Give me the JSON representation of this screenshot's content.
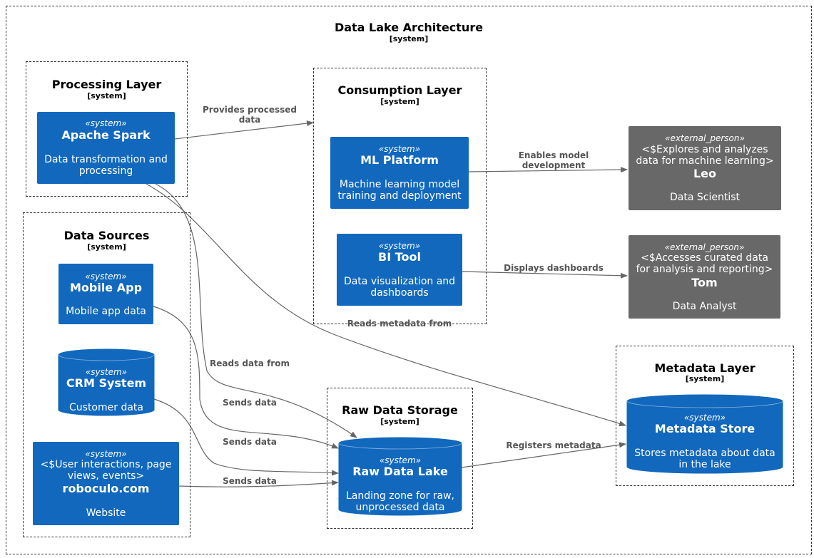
{
  "diagram": {
    "title": "Data Lake Architecture",
    "stereotype": "[system]"
  },
  "boundaries": {
    "processing": {
      "title": "Processing Layer",
      "stereotype": "[system]"
    },
    "consumption": {
      "title": "Consumption Layer",
      "stereotype": "[system]"
    },
    "sources": {
      "title": "Data Sources",
      "stereotype": "[system]"
    },
    "metadata": {
      "title": "Metadata Layer",
      "stereotype": "[system]"
    },
    "raw": {
      "title": "Raw Data Storage",
      "stereotype": "[system]"
    }
  },
  "nodes": {
    "spark": {
      "stereo": "«system»",
      "name": "Apache Spark",
      "desc1": "Data transformation and",
      "desc2": "processing"
    },
    "ml": {
      "stereo": "«system»",
      "name": "ML Platform",
      "desc1": "Machine learning model",
      "desc2": "training and deployment"
    },
    "bi": {
      "stereo": "«system»",
      "name": "BI Tool",
      "desc1": "Data visualization and",
      "desc2": "dashboards"
    },
    "mobile": {
      "stereo": "«system»",
      "name": "Mobile App",
      "desc1": "Mobile app data"
    },
    "crm": {
      "stereo": "«system»",
      "name": "CRM System",
      "desc1": "Customer data"
    },
    "web": {
      "stereo": "«system»",
      "line1": "<$User interactions, page",
      "line2": "views, events>",
      "name": "roboculo.com",
      "desc1": "Website"
    },
    "leo": {
      "stereo": "«external_person»",
      "line1": "<$Explores and analyzes",
      "line2": "data for machine learning>",
      "name": "Leo",
      "desc1": "Data Scientist"
    },
    "tom": {
      "stereo": "«external_person»",
      "line1": "<$Accesses curated data",
      "line2": "for analysis and reporting>",
      "name": "Tom",
      "desc1": "Data Analyst"
    },
    "meta": {
      "stereo": "«system»",
      "name": "Metadata Store",
      "desc1": "Stores metadata about data",
      "desc2": "in the lake"
    },
    "lake": {
      "stereo": "«system»",
      "name": "Raw Data Lake",
      "desc1": "Landing zone for raw,",
      "desc2": "unprocessed data"
    }
  },
  "relations": {
    "provides1": "Provides processed",
    "provides2": "data",
    "enables1": "Enables model",
    "enables2": "development",
    "displays": "Displays dashboards",
    "reads_meta": "Reads metadata from",
    "reads_data": "Reads data from",
    "sends1": "Sends data",
    "sends2": "Sends data",
    "sends3": "Sends data",
    "registers": "Registers metadata"
  },
  "colors": {
    "system": "#1168bd",
    "person": "#686868",
    "edge": "#666666"
  }
}
